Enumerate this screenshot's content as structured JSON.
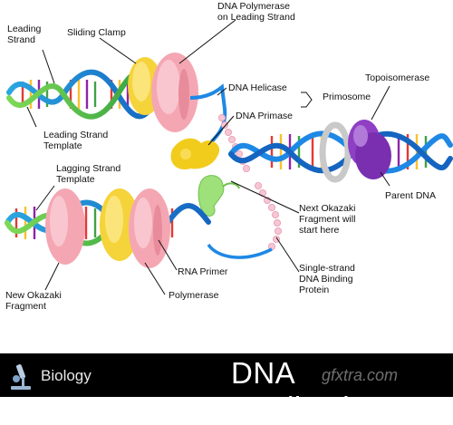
{
  "labels": {
    "leading_strand": "Leading\nStrand",
    "sliding_clamp": "Sliding Clamp",
    "dna_polymerase_leading": "DNA Polymerase\non Leading Strand",
    "dna_helicase": "DNA Helicase",
    "primosome": "Primosome",
    "dna_primase": "DNA Primase",
    "topoisomerase": "Topoisomerase",
    "leading_strand_template": "Leading Strand\nTemplate",
    "lagging_strand_template": "Lagging Strand\nTemplate",
    "parent_dna": "Parent DNA",
    "next_okazaki": "Next Okazaki\nFragment will\nstart here",
    "rna_primer": "RNA Primer",
    "polymerase": "Polymerase",
    "new_okazaki": "New Okazaki\nFragment",
    "single_strand_binding": "Single-strand\nDNA Binding\nProtein"
  },
  "footer": {
    "left_title": "Biology",
    "main_title": "DNA Replication",
    "watermark": "gfxtra.com"
  },
  "colors": {
    "strand_blue": "#1e88e5",
    "strand_green": "#4caf50",
    "pink_protein": "#f4a7b3",
    "yellow_protein": "#f5d33a",
    "purple_protein": "#8e3fc4",
    "grey_protein": "#c9c9c9",
    "green_primase": "#9ee07a",
    "ssb_beads": "#f6c6d4"
  }
}
